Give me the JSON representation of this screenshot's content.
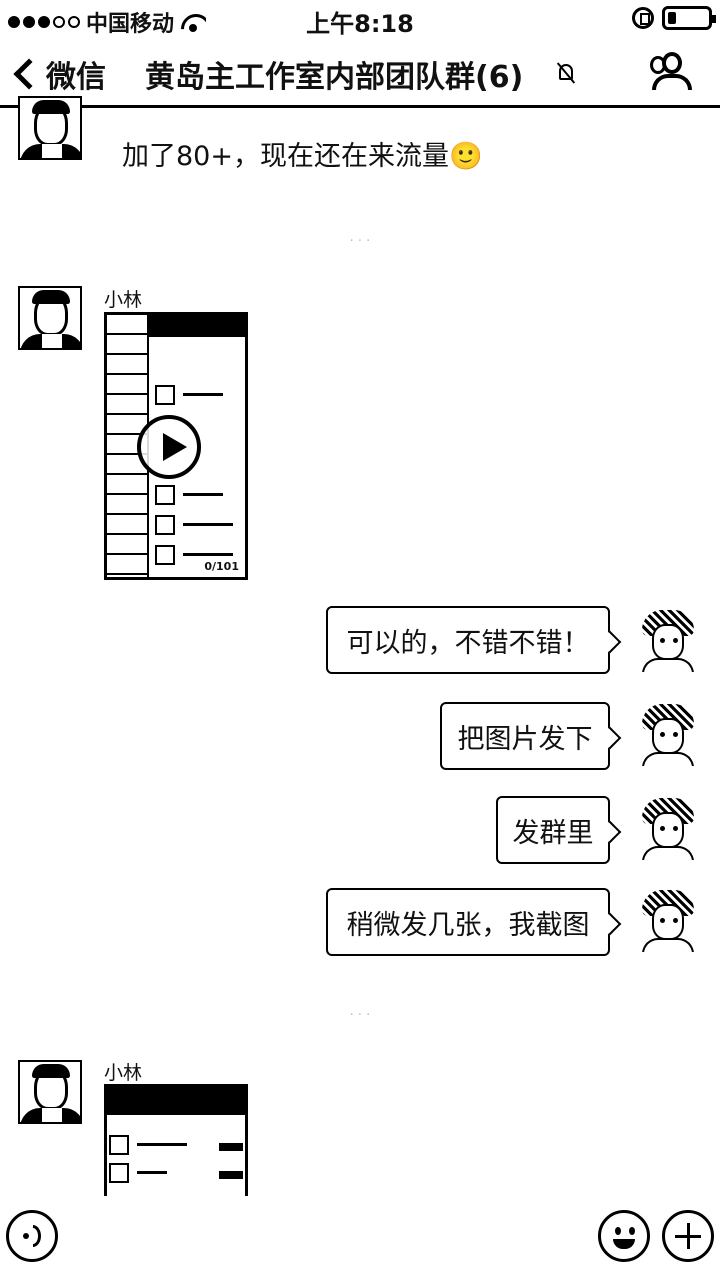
{
  "status_bar": {
    "carrier": "中国移动",
    "time": "上午8:18"
  },
  "nav": {
    "back_label": "微信",
    "title": "黄岛主工作室内部团队群(6)"
  },
  "messages": {
    "m0_text": "加了80+，现在还在来流量🙂",
    "m1_sender": "小林",
    "m1_counter": "0/101",
    "m2_text": "可以的，不错不错！",
    "m3_text": "把图片发下",
    "m4_text": "发群里",
    "m5_text": "稍微发几张，我截图",
    "m6_sender": "小林"
  },
  "icons": {
    "voice": "voice-wave-icon",
    "emoji": "smiley-icon",
    "more": "plus-circle-icon",
    "members": "group-members-icon",
    "mute": "mute-bell-icon"
  },
  "colors": {
    "foreground": "#000000",
    "background": "#ffffff"
  }
}
